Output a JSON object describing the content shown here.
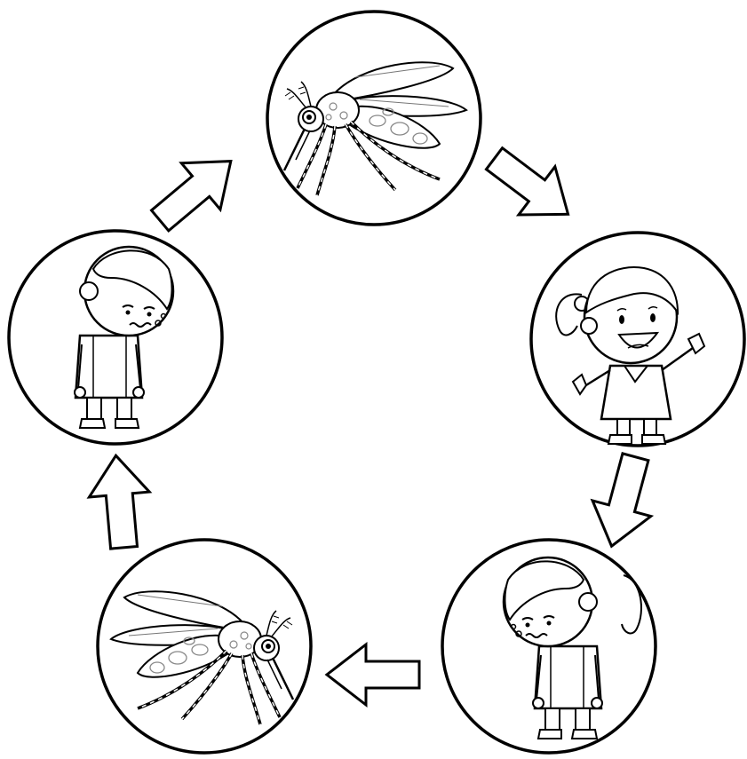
{
  "diagram": {
    "type": "cycle",
    "line_color": "#000000",
    "fill_color": "#ffffff",
    "accent_gray": "#9a9a9a",
    "nodes": [
      {
        "id": "mosquito-top",
        "icon": "mosquito-icon"
      },
      {
        "id": "girl-healthy",
        "icon": "happy-girl-icon"
      },
      {
        "id": "girl-sick",
        "icon": "sick-girl-icon"
      },
      {
        "id": "mosquito-bottom",
        "icon": "mosquito-icon"
      },
      {
        "id": "boy-sick",
        "icon": "sick-boy-icon"
      }
    ],
    "arrows": [
      {
        "from": "mosquito-top",
        "to": "girl-healthy"
      },
      {
        "from": "girl-healthy",
        "to": "girl-sick"
      },
      {
        "from": "girl-sick",
        "to": "mosquito-bottom"
      },
      {
        "from": "mosquito-bottom",
        "to": "boy-sick"
      },
      {
        "from": "boy-sick",
        "to": "mosquito-top"
      }
    ]
  }
}
